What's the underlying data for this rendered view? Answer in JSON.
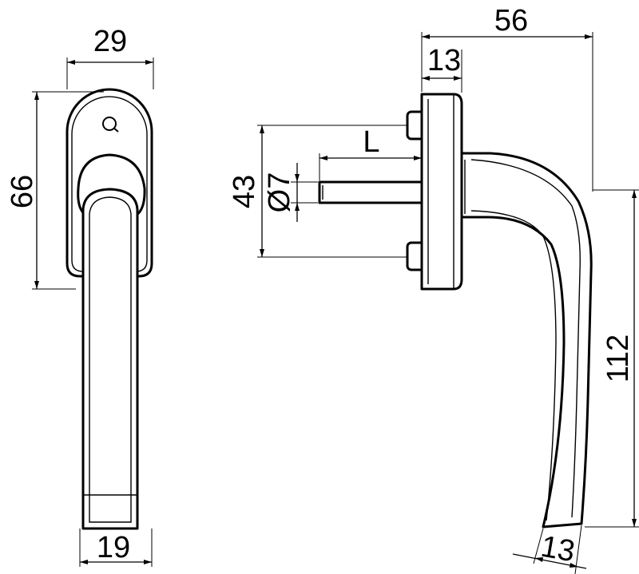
{
  "dimensions": {
    "front_width_top": "29",
    "front_height_rose": "66",
    "front_width_bottom": "19",
    "side_overall_width": "56",
    "side_rose_depth": "13",
    "side_spindle_length": "L",
    "side_screw_spacing": "43",
    "side_spindle_diameter": "Ø7",
    "side_handle_height": "112",
    "side_grip_tip": "13"
  },
  "colors": {
    "line": "#000000",
    "background": "#ffffff"
  }
}
